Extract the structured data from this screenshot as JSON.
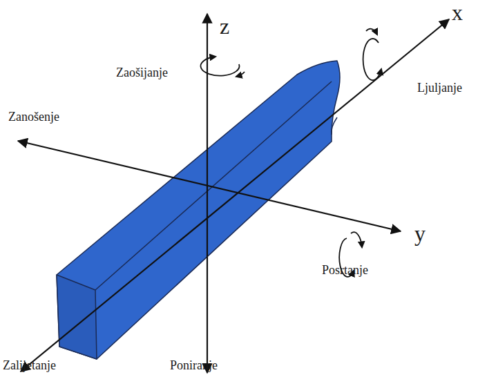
{
  "diagram": {
    "labels": [
      "z",
      "x",
      "y",
      "Zaošijanje",
      "Ljuljanje",
      "Zanošenje",
      "Posrtanje",
      "Zalijetanje",
      "Poniranje"
    ]
  }
}
